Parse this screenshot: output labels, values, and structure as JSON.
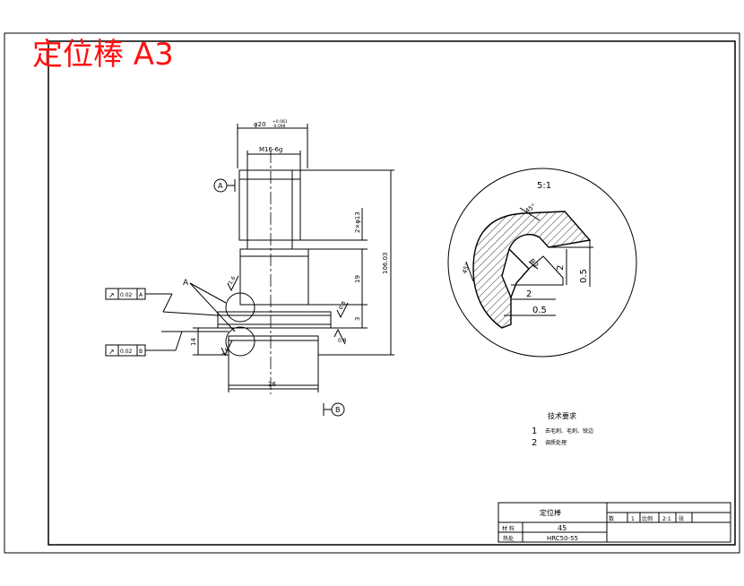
{
  "title": "定位棒  A3",
  "main_view": {
    "dim_top_diameter": "φ20+0.081-0.098",
    "dim_top_diameter_main": "φ20",
    "dim_top_tol_upper": "+0.081",
    "dim_top_tol_lower": "-0.098",
    "dim_thread": "M16-6g",
    "dim_groove": "2×φ13",
    "dim_total_length": "106.03",
    "dim_19": "19",
    "dim_3": "3",
    "dim_14": "14",
    "dim_26": "26",
    "roughness_1": "1.6",
    "roughness_2": "1.6",
    "roughness_3": "0.8",
    "roughness_4": "0.8",
    "datum_a": "A",
    "datum_b": "B",
    "detail_callout": "A",
    "gtol_1": {
      "symbol": "↗",
      "value": "0.02",
      "datum": "A"
    },
    "gtol_2": {
      "symbol": "↗",
      "value": "0.02",
      "datum": "B"
    }
  },
  "detail_view": {
    "scale": "5:1",
    "angle_1": "45°",
    "angle_2": "45°",
    "radius": "R2",
    "dim_2a": "2",
    "dim_2b": "2",
    "dim_05a": "0.5",
    "dim_05b": "0.5"
  },
  "tech_requirements": {
    "heading": "技术要求",
    "items": [
      {
        "num": "1",
        "text": "去毛刺、毛刺、锐边"
      },
      {
        "num": "2",
        "text": "调质处理"
      }
    ]
  },
  "title_block": {
    "part_name": "定位棒",
    "material_label": "材 料",
    "material_value": "45",
    "heat_label": "热处",
    "heat_value": "HRC50-55",
    "c1": "数",
    "c2": "1",
    "c3": "比例",
    "c4": "2:1",
    "c5": "张"
  }
}
